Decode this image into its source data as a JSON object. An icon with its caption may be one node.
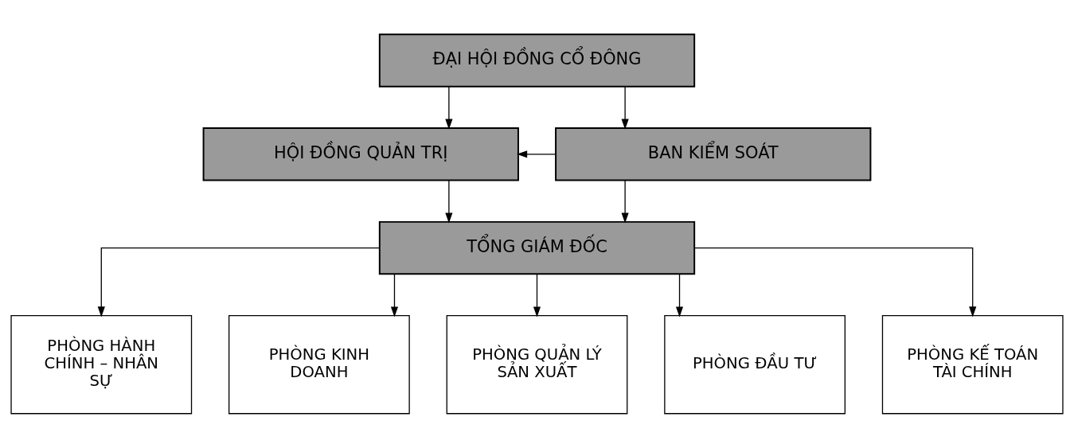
{
  "diagram": {
    "nodes": [
      {
        "text": [
          "ĐẠI HỘI ĐỒNG CỔ ĐÔNG"
        ]
      },
      {
        "text": [
          "HỘI ĐỒNG QUẢN TRỊ"
        ]
      },
      {
        "text": [
          "BAN KIỂM SOÁT"
        ]
      },
      {
        "text": [
          "TỔNG GIÁM ĐỐC"
        ]
      },
      {
        "text": [
          "PHÒNG HÀNH CHÍNH – NHÂN SỰ"
        ]
      },
      {
        "text": [
          "PHÒNG KINH DOANH"
        ]
      },
      {
        "text": [
          "PHÒNG QUẢN LÝ SẢN XUẤT"
        ]
      },
      {
        "text": [
          "PHÒNG ĐẦU TƯ"
        ]
      },
      {
        "text": [
          "PHÒNG KẾ TOÁN TÀI CHÍNH"
        ]
      }
    ],
    "edges": [
      {
        "from": 0,
        "to": 1,
        "arrow": "to"
      },
      {
        "from": 0,
        "to": 2,
        "arrow": "to"
      },
      {
        "from": 2,
        "to": 1,
        "arrow": "to"
      },
      {
        "from": 1,
        "to": 3,
        "arrow": "to"
      },
      {
        "from": 2,
        "to": 3,
        "arrow": "to"
      },
      {
        "from": 3,
        "to": 4,
        "arrow": "to"
      },
      {
        "from": 3,
        "to": 5,
        "arrow": "to"
      },
      {
        "from": 3,
        "to": 6,
        "arrow": "to"
      },
      {
        "from": 3,
        "to": 7,
        "arrow": "to"
      },
      {
        "from": 3,
        "to": 8,
        "arrow": "to"
      }
    ]
  }
}
